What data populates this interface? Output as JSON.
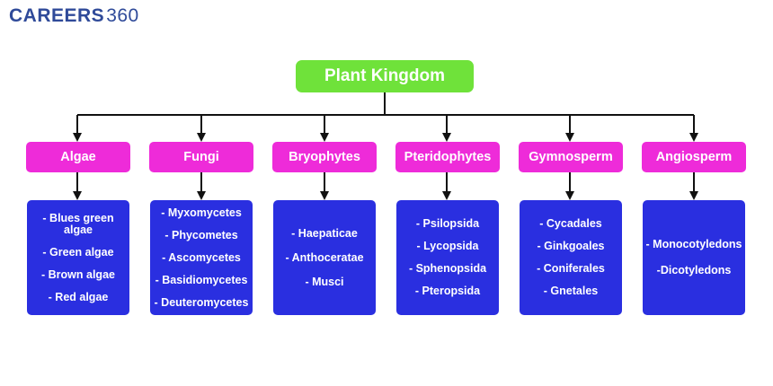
{
  "logo": {
    "word": "CAREERS",
    "number": "360"
  },
  "root": "Plant Kingdom",
  "categories": [
    {
      "name": "Algae",
      "items": [
        "- Blues green algae",
        "- Green algae",
        "- Brown algae",
        "- Red algae"
      ]
    },
    {
      "name": "Fungi",
      "items": [
        "- Myxomycetes",
        "- Phycometes",
        "- Ascomycetes",
        "- Basidiomycetes",
        "- Deuteromycetes"
      ]
    },
    {
      "name": "Bryophytes",
      "items": [
        "- Haepaticae",
        "- Anthoceratae",
        "- Musci"
      ]
    },
    {
      "name": "Pteridophytes",
      "items": [
        "- Psilopsida",
        "- Lycopsida",
        "- Sphenopsida",
        "- Pteropsida"
      ]
    },
    {
      "name": "Gymnosperm",
      "items": [
        "- Cycadales",
        "- Ginkgoales",
        "- Coniferales",
        "- Gnetales"
      ]
    },
    {
      "name": "Angiosperm",
      "items": [
        "- Monocotyledons",
        "-Dicotyledons"
      ]
    }
  ],
  "colors": {
    "root": "#6fe23a",
    "category": "#ee2bd9",
    "box": "#2a2fe0",
    "logo": "#2f4a99",
    "line": "#111111"
  }
}
